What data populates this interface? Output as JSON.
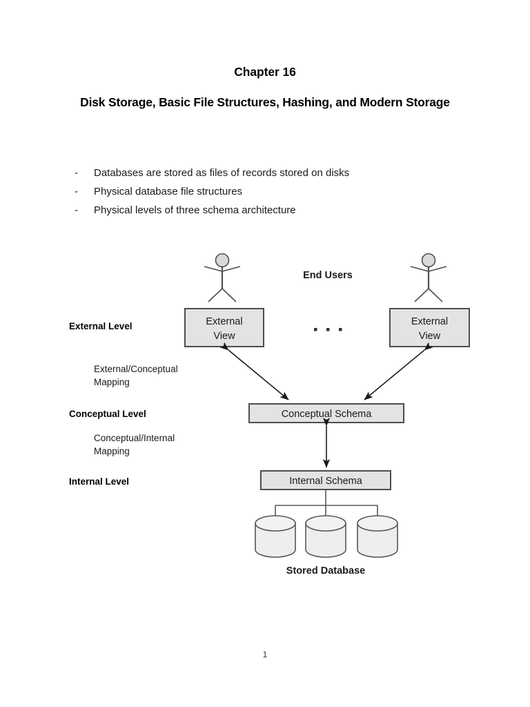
{
  "document": {
    "chapter_title": "Chapter 16",
    "chapter_subtitle": "Disk Storage, Basic File Structures, Hashing, and Modern Storage",
    "page_number": "1"
  },
  "bullets": [
    {
      "marker": "-",
      "text": "Databases are stored as files of records stored on disks"
    },
    {
      "marker": "-",
      "text": "Physical database file structures"
    },
    {
      "marker": "-",
      "text": "Physical levels of three schema architecture"
    }
  ],
  "diagram": {
    "title": "three-schema-architecture",
    "end_users_label": "End Users",
    "ellipsis": "·  ·  ·",
    "level_labels": [
      {
        "id": "external",
        "text": "External Level"
      },
      {
        "id": "conceptual",
        "text": "Conceptual Level"
      },
      {
        "id": "internal",
        "text": "Internal Level"
      }
    ],
    "mapping_labels": [
      {
        "id": "external-conceptual",
        "line1": "External/Conceptual",
        "line2": "Mapping"
      },
      {
        "id": "conceptual-internal",
        "line1": "Conceptual/Internal",
        "line2": "Mapping"
      }
    ],
    "boxes": [
      {
        "id": "external-view-left",
        "line1": "External",
        "line2": "View"
      },
      {
        "id": "external-view-right",
        "line1": "External",
        "line2": "View"
      },
      {
        "id": "conceptual-schema",
        "line1": "Conceptual Schema"
      },
      {
        "id": "internal-schema",
        "line1": "Internal Schema"
      }
    ],
    "stored_database_label": "Stored Database",
    "colors": {
      "box_fill": "#e3e3e3",
      "box_stroke": "#4d4d4d",
      "cylinder_fill": "#eeeeee",
      "cylinder_stroke": "#555555",
      "head_fill": "#d9d9d9",
      "arrow": "#1a1a1a",
      "text": "#1a1a1a",
      "background": "#ffffff"
    }
  }
}
